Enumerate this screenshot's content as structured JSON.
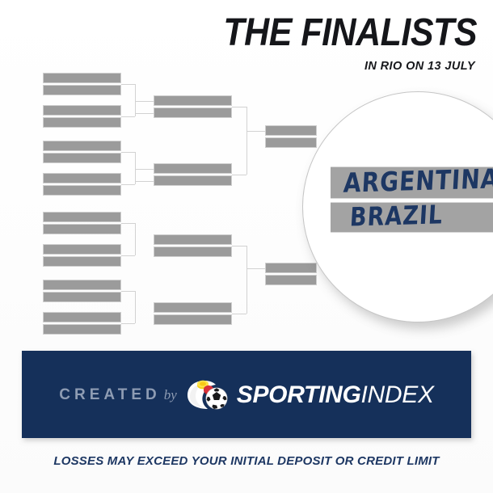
{
  "header": {
    "title": "THE FINALISTS",
    "subtitle": "IN RIO ON 13 JULY"
  },
  "magnifier": {
    "finalist_1": "ARGENTINA",
    "finalist_2": "BRAZIL",
    "accent_color": "#1d3763",
    "slot_color": "#a3a3a3"
  },
  "bracket": {
    "round1_slot_count": 16,
    "round2_slot_count": 8,
    "round3_slot_count": 4,
    "slot_color": "#9b9b9b",
    "connector_color": "#d2d2d2",
    "slots": [
      {
        "label": ""
      },
      {
        "label": ""
      },
      {
        "label": ""
      },
      {
        "label": ""
      },
      {
        "label": ""
      },
      {
        "label": ""
      },
      {
        "label": ""
      },
      {
        "label": ""
      },
      {
        "label": ""
      },
      {
        "label": ""
      },
      {
        "label": ""
      },
      {
        "label": ""
      },
      {
        "label": ""
      },
      {
        "label": ""
      },
      {
        "label": ""
      },
      {
        "label": ""
      }
    ]
  },
  "brand": {
    "created_label": "CREATED",
    "by_label": "by",
    "name_bold": "SPORTING",
    "name_light": "INDEX",
    "band_color": "#15305a",
    "logo_icon": "football-chips-icon"
  },
  "disclaimer": {
    "text": "LOSSES MAY EXCEED YOUR INITIAL DEPOSIT OR CREDIT LIMIT",
    "color": "#1d3763"
  }
}
